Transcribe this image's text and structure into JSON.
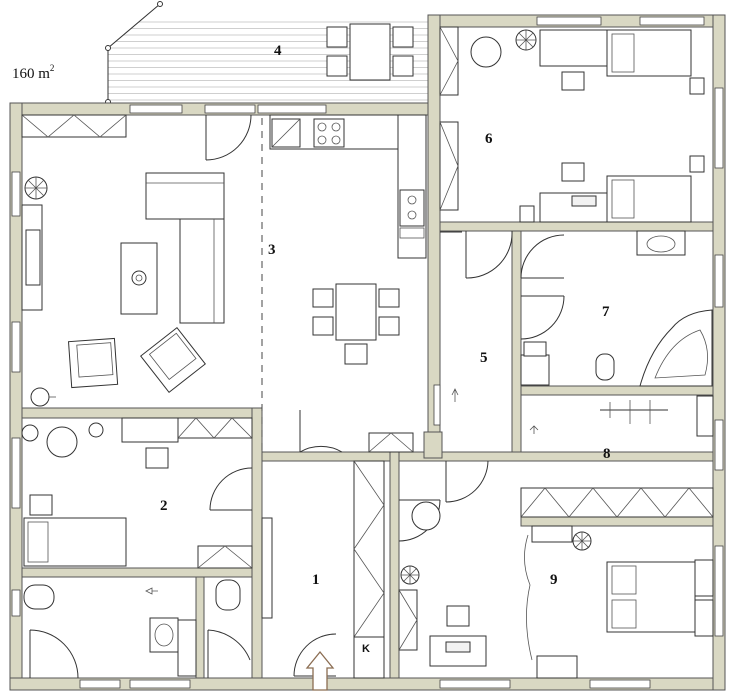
{
  "area": {
    "value": "160 m",
    "superscript": "2"
  },
  "rooms": [
    {
      "id": "1",
      "label": "1"
    },
    {
      "id": "2",
      "label": "2"
    },
    {
      "id": "3",
      "label": "3"
    },
    {
      "id": "4",
      "label": "4"
    },
    {
      "id": "5",
      "label": "5"
    },
    {
      "id": "6",
      "label": "6"
    },
    {
      "id": "7",
      "label": "7"
    },
    {
      "id": "8",
      "label": "8"
    },
    {
      "id": "9",
      "label": "9"
    }
  ],
  "closet_mark": "K",
  "colors": {
    "wall": "#d9d8c3",
    "outline": "#333333",
    "background": "#ffffff"
  }
}
